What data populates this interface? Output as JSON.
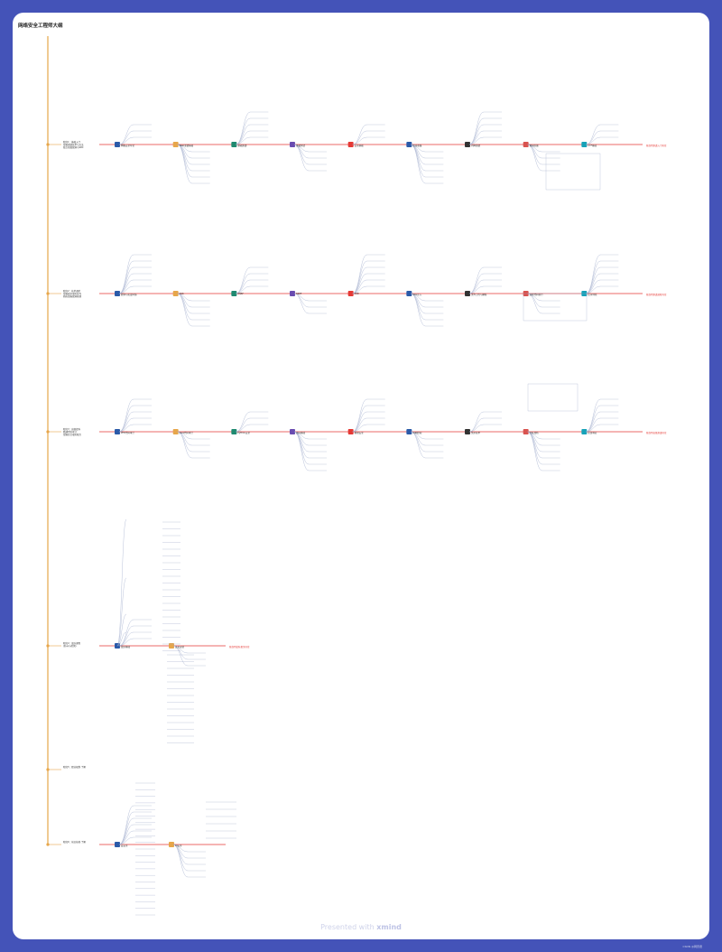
{
  "title": "网络安全工程师大纲",
  "footer": {
    "prefix": "Presented with",
    "brand": "xmind"
  },
  "watermark": "CSDN @网安君",
  "colors": {
    "background": "#4453b8",
    "spine": "#e7a64a",
    "branch": "#e53935",
    "leaf_line": "#9aa6c8",
    "highlight": "#e53935"
  },
  "stages": [
    {
      "label": "阶段1：基础入门\n掌握渗透技术与方法\n独立挖掘漏洞与SRC",
      "hubs": [
        "网络安全导论",
        "Web渗透基础",
        "基础渗透",
        "渗透测试",
        "安全基础",
        "信息收集",
        "内网渗透",
        "漏洞挖掘",
        "CTF基础"
      ],
      "goal": "能找到渗透入门岗位"
    },
    {
      "label": "阶段2：技术进阶\n掌握更多攻防技巧\n熟练掌握漏洞原理",
      "hubs": [
        "靶场与实战环境",
        "XSS",
        "CSRF",
        "SSRF",
        "XXE",
        "SQL注入",
        "文件上传与解析",
        "远程代码执行",
        "反序列化"
      ],
      "goal": "能找到渗透进阶岗位"
    },
    {
      "label": "阶段3：高级提升\n精通代码审计\n掌握综合攻防能力",
      "hubs": [
        "PHP代码审计",
        "Java代码审计",
        "Python安全",
        "逆向基础",
        "移动安全",
        "内网提权",
        "免杀技术",
        "红队攻防",
        "应急响应"
      ],
      "goal": "能找到高级渗透岗位"
    },
    {
      "label": "阶段4：蓝队课程\n(防守与检测)",
      "hubs": [
        "蓝队基础",
        "安全运营"
      ],
      "goal": "能找到蓝队相关岗位"
    },
    {
      "label": "阶段5：职业规划·了解",
      "hubs": [],
      "goal": ""
    },
    {
      "label": "阶段6：前沿技能·了解",
      "hubs": [
        "云安全",
        "AI安全"
      ],
      "goal": ""
    }
  ]
}
